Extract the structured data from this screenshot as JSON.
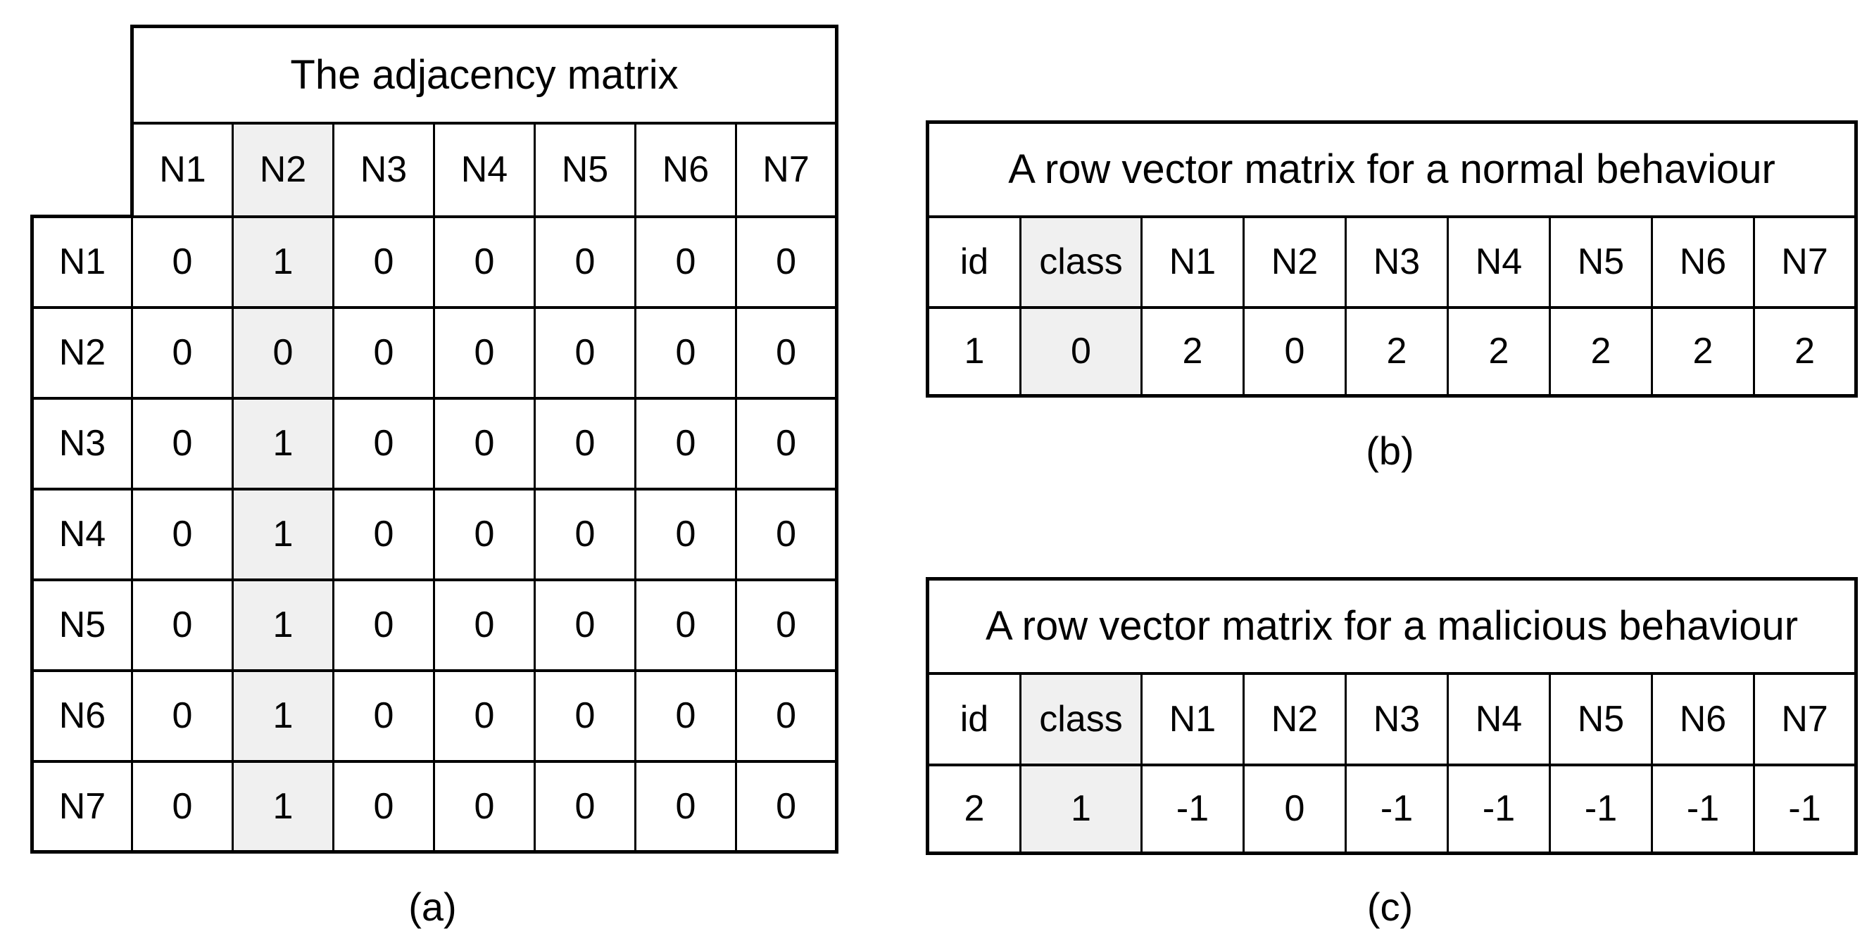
{
  "page": {
    "background": "#ffffff",
    "border_color": "#000000",
    "highlight_color": "#f0f0f0"
  },
  "tables": {
    "adjacency": {
      "title": "The adjacency matrix",
      "caption": "(a)",
      "highlighted_column": "N2",
      "column_headers": [
        "N1",
        "N2",
        "N3",
        "N4",
        "N5",
        "N6",
        "N7"
      ],
      "row_headers": [
        "N1",
        "N2",
        "N3",
        "N4",
        "N5",
        "N6",
        "N7"
      ],
      "rows": [
        [
          "0",
          "1",
          "0",
          "0",
          "0",
          "0",
          "0"
        ],
        [
          "0",
          "0",
          "0",
          "0",
          "0",
          "0",
          "0"
        ],
        [
          "0",
          "1",
          "0",
          "0",
          "0",
          "0",
          "0"
        ],
        [
          "0",
          "1",
          "0",
          "0",
          "0",
          "0",
          "0"
        ],
        [
          "0",
          "1",
          "0",
          "0",
          "0",
          "0",
          "0"
        ],
        [
          "0",
          "1",
          "0",
          "0",
          "0",
          "0",
          "0"
        ],
        [
          "0",
          "1",
          "0",
          "0",
          "0",
          "0",
          "0"
        ]
      ]
    },
    "normal": {
      "title": "A row vector matrix for a normal behaviour",
      "caption": "(b)",
      "highlighted_column": "class",
      "column_headers": [
        "id",
        "class",
        "N1",
        "N2",
        "N3",
        "N4",
        "N5",
        "N6",
        "N7"
      ],
      "row": [
        "1",
        "0",
        "2",
        "0",
        "2",
        "2",
        "2",
        "2",
        "2"
      ]
    },
    "malicious": {
      "title": "A row vector matrix for a malicious behaviour",
      "caption": "(c)",
      "highlighted_column": "class",
      "column_headers": [
        "id",
        "class",
        "N1",
        "N2",
        "N3",
        "N4",
        "N5",
        "N6",
        "N7"
      ],
      "row": [
        "2",
        "1",
        "-1",
        "0",
        "-1",
        "-1",
        "-1",
        "-1",
        "-1"
      ]
    }
  }
}
